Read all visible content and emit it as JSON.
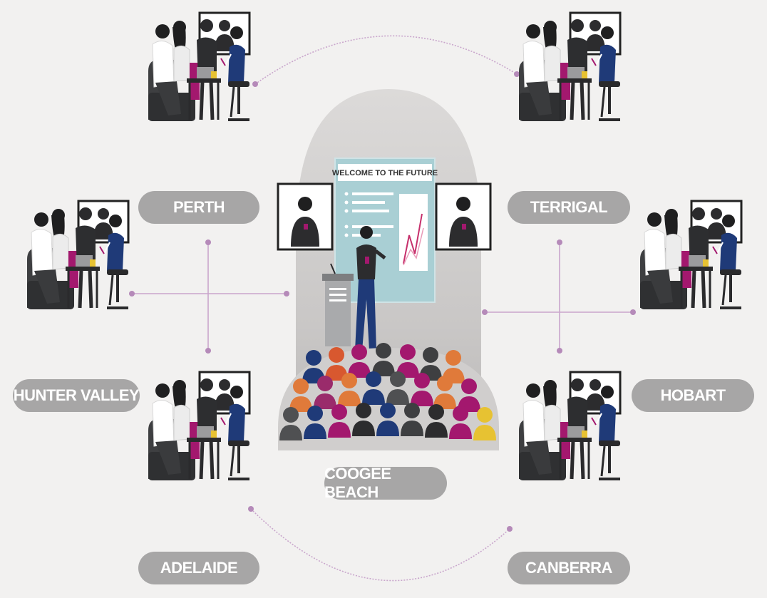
{
  "diagram": {
    "hub": {
      "label": "COOGEE BEACH",
      "slide_title": "WELCOME TO THE FUTURE"
    },
    "locations": [
      {
        "id": "perth",
        "label": "PERTH"
      },
      {
        "id": "terrigal",
        "label": "TERRIGAL"
      },
      {
        "id": "hunter-valley",
        "label": "HUNTER VALLEY"
      },
      {
        "id": "hobart",
        "label": "HOBART"
      },
      {
        "id": "adelaide",
        "label": "ADELAIDE"
      },
      {
        "id": "canberra",
        "label": "CANBERRA"
      }
    ]
  },
  "colors": {
    "background": "#f2f1f0",
    "label_pill": "#a7a6a6",
    "connector": "#c9a6cc",
    "connector_dot": "#b58ab9",
    "dark_chair": "#3e3f41",
    "accent_magenta": "#a3186e",
    "accent_blue": "#1f3a78",
    "accent_orange": "#e07a3a",
    "screen_teal": "#a9cfd4"
  },
  "icons": [
    "meeting-group-icon",
    "video-screen-icon",
    "presenter-icon",
    "podium-icon",
    "audience-icon",
    "presentation-slide-icon"
  ]
}
